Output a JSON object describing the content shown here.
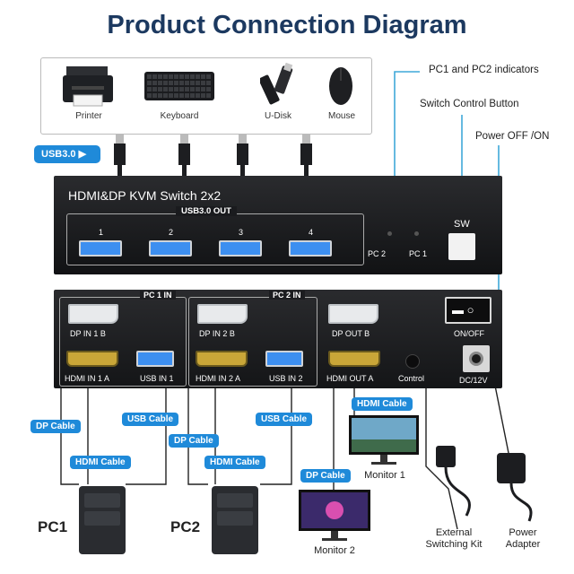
{
  "title": "Product Connection Diagram",
  "peripherals": [
    {
      "label": "Printer",
      "icon": "printer-icon"
    },
    {
      "label": "Keyboard",
      "icon": "keyboard-icon"
    },
    {
      "label": "U-Disk",
      "icon": "usb-disk-icon"
    },
    {
      "label": "Mouse",
      "icon": "mouse-icon"
    }
  ],
  "usb_badge": "USB3.0",
  "callouts": {
    "indicators": "PC1 and PC2 indicators",
    "switch_button": "Switch Control Button",
    "power": "Power OFF /ON"
  },
  "front_panel": {
    "name": "HDMI&DP KVM Switch 2x2",
    "usb_out_label": "USB3.0 OUT",
    "ports": [
      "1",
      "2",
      "3",
      "4"
    ],
    "pc2_led": "PC 2",
    "pc1_led": "PC 1",
    "sw_label": "SW"
  },
  "rear_panel": {
    "pc1_in": "PC 1 IN",
    "pc2_in": "PC 2 IN",
    "dp_in_1b": "DP IN 1 B",
    "dp_in_2b": "DP IN 2 B",
    "dp_out_b": "DP OUT B",
    "hdmi_in_1a": "HDMI IN 1 A",
    "usb_in_1": "USB IN 1",
    "hdmi_in_2a": "HDMI IN 2 A",
    "usb_in_2": "USB IN 2",
    "hdmi_out_a": "HDMI OUT A",
    "control": "Control",
    "on_off": "ON/OFF",
    "dc": "DC/12V"
  },
  "cables": {
    "dp": "DP Cable",
    "usb": "USB Cable",
    "hdmi": "HDMI Cable"
  },
  "devices": {
    "pc1": "PC1",
    "pc2": "PC2",
    "monitor1": "Monitor 1",
    "monitor2": "Monitor 2",
    "kit": "External\nSwitching Kit",
    "adapter": "Power\nAdapter"
  },
  "colors": {
    "accent": "#1f8ad9",
    "title": "#1c3960",
    "wire": "#3fa8d8",
    "hdmi_port": "#c9a638",
    "usb_port": "#3d8ff0"
  }
}
